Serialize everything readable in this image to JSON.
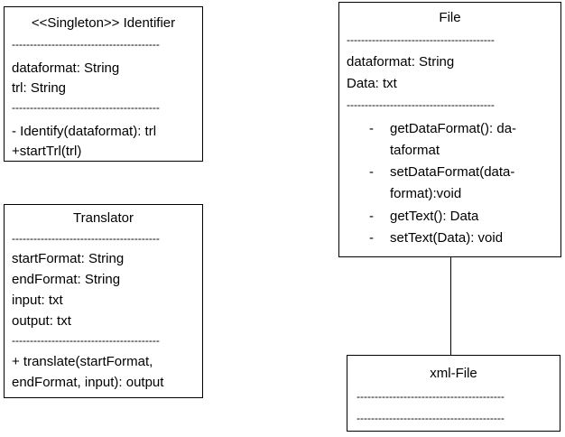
{
  "identifier": {
    "title": "<<Singleton>> Identifier",
    "separator": "-----------------------------------------",
    "attributes": [
      "dataformat: String",
      "trl: String"
    ],
    "methods": [
      "- Identify(dataformat): trl",
      "+startTrl(trl)"
    ]
  },
  "translator": {
    "title": "Translator",
    "separator": "-----------------------------------------",
    "attributes": [
      "startFormat: String",
      "endFormat: String",
      "input: txt",
      "output: txt"
    ],
    "methods": [
      "+ translate(startFormat,",
      "endFormat, input): output"
    ]
  },
  "file": {
    "title": "File",
    "separator": "-----------------------------------------",
    "attributes": [
      "dataformat: String",
      "Data: txt"
    ],
    "bullet": "-",
    "methods": [
      [
        "getDataFormat(): da-",
        "taformat"
      ],
      [
        "setDataFormat(data-",
        "format):void"
      ],
      [
        "getText(): Data"
      ],
      [
        "setText(Data): void"
      ]
    ]
  },
  "xml_file": {
    "title": "xml-File",
    "separator": "-----------------------------------------"
  }
}
